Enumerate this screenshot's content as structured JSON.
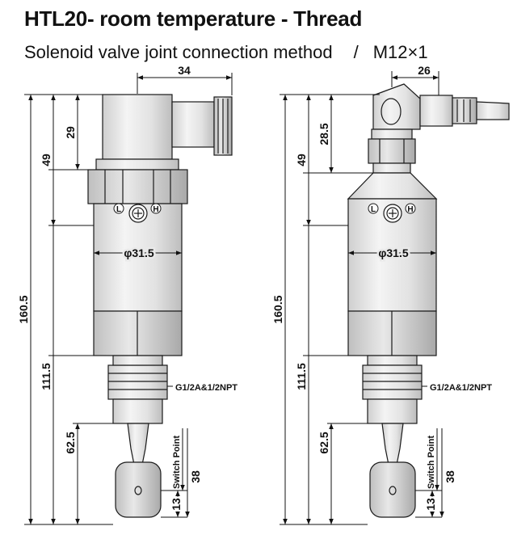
{
  "header": {
    "title": "HTL20- room temperature - Thread",
    "subtitle_left": "Solenoid valve joint connection method",
    "subtitle_sep": "/",
    "subtitle_right": "M12×1"
  },
  "left": {
    "width_top": "34",
    "h_29": "29",
    "h_49": "49",
    "diameter": "φ31.5",
    "total": "160.5",
    "h_111": "111.5",
    "thread": "G1/2A&1/2NPT",
    "h_62": "62.5",
    "switch_point": "Switch Point",
    "h_38": "38",
    "h_13": "13"
  },
  "right": {
    "width_top": "26",
    "h_28": "28.5",
    "h_49": "49",
    "diameter": "φ31.5",
    "total": "160.5",
    "h_111": "111.5",
    "thread": "G1/2A&1/2NPT",
    "h_62": "62.5",
    "switch_point": "Switch Point",
    "h_38": "38",
    "h_13": "13"
  },
  "knob_labels": {
    "low": "L",
    "high": "H"
  },
  "colors": {
    "body": "#e6e6e6",
    "body_dark": "#bdbdbd",
    "line": "#1a1a1a"
  }
}
